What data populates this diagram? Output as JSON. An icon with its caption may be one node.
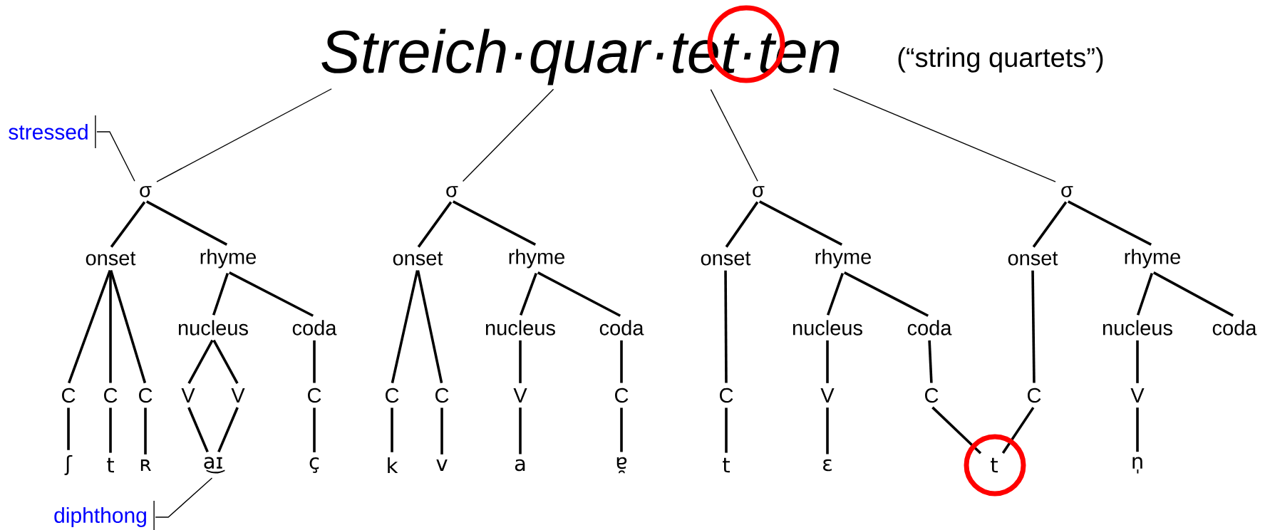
{
  "diagram": {
    "nodes": [
      {
        "text": [
          "Streich·quar·tet·ten"
        ]
      },
      {
        "text": [
          "stressed"
        ]
      },
      {
        "text": [
          "diphthong"
        ]
      },
      {
        "text": [
          "σ"
        ]
      },
      {
        "text": [
          "σ"
        ]
      },
      {
        "text": [
          "σ"
        ]
      },
      {
        "text": [
          "σ"
        ]
      },
      {
        "text": [
          "onset"
        ]
      },
      {
        "text": [
          "rhyme"
        ]
      },
      {
        "text": [
          "onset"
        ]
      },
      {
        "text": [
          "rhyme"
        ]
      },
      {
        "text": [
          "onset"
        ]
      },
      {
        "text": [
          "rhyme"
        ]
      },
      {
        "text": [
          "onset"
        ]
      },
      {
        "text": [
          "rhyme"
        ]
      },
      {
        "text": [
          "nucleus"
        ]
      },
      {
        "text": [
          "coda"
        ]
      },
      {
        "text": [
          "nucleus"
        ]
      },
      {
        "text": [
          "coda"
        ]
      },
      {
        "text": [
          "nucleus"
        ]
      },
      {
        "text": [
          "coda"
        ]
      },
      {
        "text": [
          "nucleus"
        ]
      },
      {
        "text": [
          "coda"
        ]
      },
      {
        "text": [
          "C"
        ]
      },
      {
        "text": [
          "C"
        ]
      },
      {
        "text": [
          "C"
        ]
      },
      {
        "text": [
          "V"
        ]
      },
      {
        "text": [
          "V"
        ]
      },
      {
        "text": [
          "C"
        ]
      },
      {
        "text": [
          "C"
        ]
      },
      {
        "text": [
          "C"
        ]
      },
      {
        "text": [
          "V"
        ]
      },
      {
        "text": [
          "C"
        ]
      },
      {
        "text": [
          "C"
        ]
      },
      {
        "text": [
          "V"
        ]
      },
      {
        "text": [
          "C"
        ]
      },
      {
        "text": [
          "C"
        ]
      },
      {
        "text": [
          "V"
        ]
      },
      {
        "text": [
          "ʃ"
        ]
      },
      {
        "text": [
          "t"
        ]
      },
      {
        "text": [
          "ʀ"
        ]
      },
      {
        "text": [
          "a͜ɪ"
        ]
      },
      {
        "text": [
          "ç"
        ]
      },
      {
        "text": [
          "k"
        ]
      },
      {
        "text": [
          "v"
        ]
      },
      {
        "text": [
          "a"
        ]
      },
      {
        "text": [
          "ɐ̯"
        ]
      },
      {
        "text": [
          "t"
        ]
      },
      {
        "text": [
          "ɛ"
        ]
      },
      {
        "text": [
          "t"
        ]
      },
      {
        "text": [
          "n̩"
        ]
      }
    ],
    "edges": [
      {
        "from": 0,
        "to": 3,
        "arrow": "none"
      },
      {
        "from": 0,
        "to": 4,
        "arrow": "none"
      },
      {
        "from": 0,
        "to": 5,
        "arrow": "none"
      },
      {
        "from": 0,
        "to": 6,
        "arrow": "none"
      },
      {
        "from": 1,
        "to": 3,
        "arrow": "none"
      },
      {
        "from": 2,
        "to": 41,
        "arrow": "none"
      },
      {
        "from": 3,
        "to": 7,
        "arrow": "none"
      },
      {
        "from": 3,
        "to": 8,
        "arrow": "none"
      },
      {
        "from": 4,
        "to": 9,
        "arrow": "none"
      },
      {
        "from": 4,
        "to": 10,
        "arrow": "none"
      },
      {
        "from": 5,
        "to": 11,
        "arrow": "none"
      },
      {
        "from": 5,
        "to": 12,
        "arrow": "none"
      },
      {
        "from": 6,
        "to": 13,
        "arrow": "none"
      },
      {
        "from": 6,
        "to": 14,
        "arrow": "none"
      },
      {
        "from": 8,
        "to": 15,
        "arrow": "none"
      },
      {
        "from": 8,
        "to": 16,
        "arrow": "none"
      },
      {
        "from": 10,
        "to": 17,
        "arrow": "none"
      },
      {
        "from": 10,
        "to": 18,
        "arrow": "none"
      },
      {
        "from": 12,
        "to": 19,
        "arrow": "none"
      },
      {
        "from": 12,
        "to": 20,
        "arrow": "none"
      },
      {
        "from": 14,
        "to": 21,
        "arrow": "none"
      },
      {
        "from": 14,
        "to": 22,
        "arrow": "none"
      },
      {
        "from": 7,
        "to": 23,
        "arrow": "none"
      },
      {
        "from": 7,
        "to": 24,
        "arrow": "none"
      },
      {
        "from": 7,
        "to": 25,
        "arrow": "none"
      },
      {
        "from": 15,
        "to": 26,
        "arrow": "none"
      },
      {
        "from": 15,
        "to": 27,
        "arrow": "none"
      },
      {
        "from": 16,
        "to": 28,
        "arrow": "none"
      },
      {
        "from": 9,
        "to": 29,
        "arrow": "none"
      },
      {
        "from": 9,
        "to": 30,
        "arrow": "none"
      },
      {
        "from": 17,
        "to": 31,
        "arrow": "none"
      },
      {
        "from": 18,
        "to": 32,
        "arrow": "none"
      },
      {
        "from": 11,
        "to": 33,
        "arrow": "none"
      },
      {
        "from": 19,
        "to": 34,
        "arrow": "none"
      },
      {
        "from": 20,
        "to": 35,
        "arrow": "none"
      },
      {
        "from": 13,
        "to": 36,
        "arrow": "none"
      },
      {
        "from": 21,
        "to": 37,
        "arrow": "none"
      },
      {
        "from": 23,
        "to": 38,
        "arrow": "none"
      },
      {
        "from": 24,
        "to": 39,
        "arrow": "none"
      },
      {
        "from": 25,
        "to": 40,
        "arrow": "none"
      },
      {
        "from": 26,
        "to": 41,
        "arrow": "none"
      },
      {
        "from": 27,
        "to": 41,
        "arrow": "none"
      },
      {
        "from": 28,
        "to": 42,
        "arrow": "none"
      },
      {
        "from": 29,
        "to": 43,
        "arrow": "none"
      },
      {
        "from": 30,
        "to": 44,
        "arrow": "none"
      },
      {
        "from": 31,
        "to": 45,
        "arrow": "none"
      },
      {
        "from": 32,
        "to": 46,
        "arrow": "none"
      },
      {
        "from": 33,
        "to": 47,
        "arrow": "none"
      },
      {
        "from": 34,
        "to": 48,
        "arrow": "none"
      },
      {
        "from": 35,
        "to": 49,
        "arrow": "none"
      },
      {
        "from": 36,
        "to": 49,
        "arrow": "none"
      },
      {
        "from": 37,
        "to": 50,
        "arrow": "none"
      }
    ],
    "labels": [
      "(“string quartets”)"
    ]
  }
}
